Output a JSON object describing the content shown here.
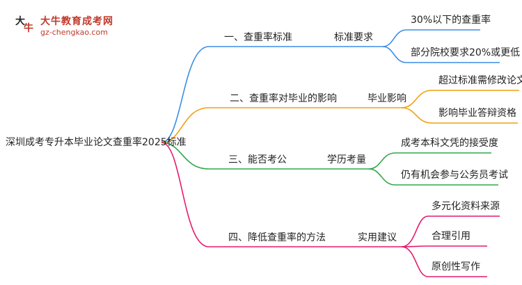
{
  "logo": {
    "mark_top": "大",
    "mark_bottom": "牛",
    "title": "大牛教育成考网",
    "url": "gz-chengkao.com"
  },
  "root": "深圳成考专升本毕业论文查重率2025标准",
  "colors": {
    "blue": "#3a8ee6",
    "orange": "#f0a010",
    "green": "#2ea84a",
    "magenta": "#e6196e"
  },
  "branches": [
    {
      "label": "一、查重率标准",
      "sublabel": "标准要求",
      "color_key": "blue",
      "leaves": [
        "30%以下的查重率",
        "部分院校要求20%或更低"
      ]
    },
    {
      "label": "二、查重率对毕业的影响",
      "sublabel": "毕业影响",
      "color_key": "orange",
      "leaves": [
        "超过标准需修改论文",
        "影响毕业答辩资格"
      ]
    },
    {
      "label": "三、能否考公",
      "sublabel": "学历考量",
      "color_key": "green",
      "leaves": [
        "成考本科文凭的接受度",
        "仍有机会参与公务员考试"
      ]
    },
    {
      "label": "四、降低查重率的方法",
      "sublabel": "实用建议",
      "color_key": "magenta",
      "leaves": [
        "多元化资料来源",
        "合理引用",
        "原创性写作"
      ]
    }
  ]
}
